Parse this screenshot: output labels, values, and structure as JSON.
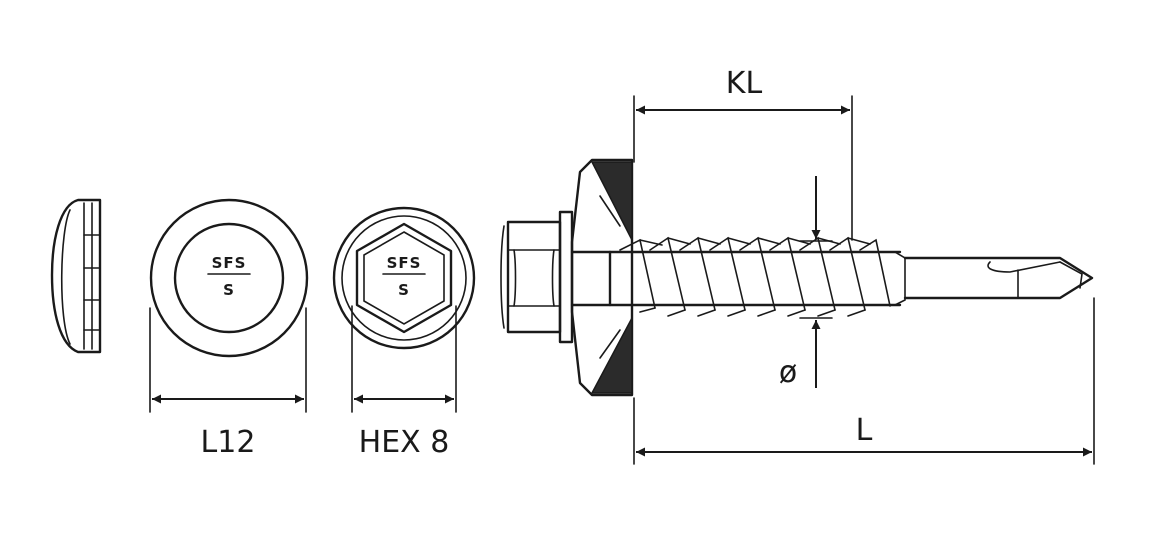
{
  "labels": {
    "cap_width": "L12",
    "hex_size": "HEX 8",
    "clamping_length": "KL",
    "length": "L",
    "diameter": "ø"
  },
  "markings": {
    "brand": "SFS",
    "code": "S"
  },
  "colors": {
    "line": "#1a1a1a",
    "seal": "#2b2b2b",
    "background": "#ffffff"
  }
}
